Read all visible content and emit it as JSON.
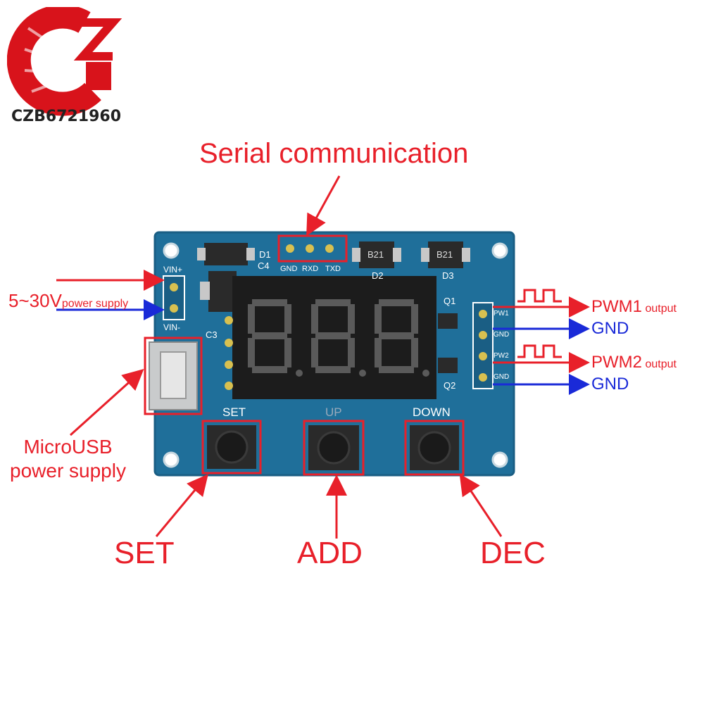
{
  "logo": {
    "text": "CZB6721960",
    "color_main": "#d8131b",
    "color_dark": "#222222"
  },
  "title": "Serial communication",
  "serial_pins": [
    "GND",
    "RXD",
    "TXD"
  ],
  "board": {
    "silk_vin_plus": "VIN+",
    "silk_vin_minus": "VIN-",
    "d1": "D1",
    "c4": "C4",
    "c3": "C3",
    "d2": "D2",
    "d3": "D3",
    "q1": "Q1",
    "q2": "Q2",
    "diode_marking": "B21",
    "out_pins": [
      "PW1",
      "GND",
      "PW2",
      "GND"
    ],
    "btn_set": "SET",
    "btn_up": "UP",
    "btn_down": "DOWN",
    "display_digits": "8.8.8.",
    "pcb_color": "#1f6f9a",
    "pcb_edge_color": "#1a5e84"
  },
  "labels": {
    "power_main": "5~30V",
    "power_sub": "power supply",
    "usb_line1": "MicroUSB",
    "usb_line2": "power supply",
    "pwm1_main": "PWM1",
    "pwm1_sub": "output",
    "gnd1": "GND",
    "pwm2_main": "PWM2",
    "pwm2_sub": "output",
    "gnd2": "GND",
    "set": "SET",
    "add": "ADD",
    "dec": "DEC"
  },
  "colors": {
    "callout_red": "#e8202a",
    "callout_blue": "#1a2ad8"
  }
}
